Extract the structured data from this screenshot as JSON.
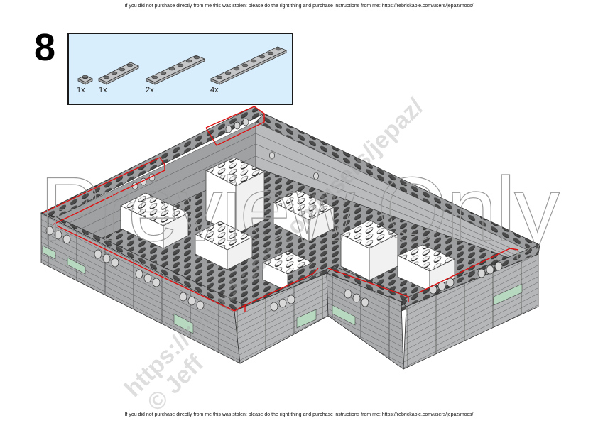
{
  "page": {
    "top_notice": "If you did not purchase directly from me this was stolen: please do the right thing and purchase instructions from me: https://rebrickable.com/users/jepaz/mocs/",
    "bottom_notice": "If you did not purchase directly from me this was stolen: please do the right thing and purchase instructions from me: https://rebrickable.com/users/jepaz/mocs/"
  },
  "step": {
    "number": "8"
  },
  "parts_list": {
    "background_color": "#d9eefc",
    "items": [
      {
        "part": "plate 1x1 light bluish gray",
        "studs": 1,
        "quantity": "1x"
      },
      {
        "part": "plate 1x4 light bluish gray",
        "studs": 4,
        "quantity": "1x"
      },
      {
        "part": "plate 1x6 light bluish gray",
        "studs": 6,
        "quantity": "2x"
      },
      {
        "part": "plate 1x8 light bluish gray",
        "studs": 8,
        "quantity": "4x"
      }
    ]
  },
  "model": {
    "description": "Isometric L-shaped brick wall foundation with gray brick walls, green accent bricks, white interior bricks and new plates outlined in red",
    "colors": {
      "wall_gray": "#a7a9ab",
      "stud_dark": "#3a3a3a",
      "accent_green": "#b7d9c0",
      "interior_white": "#ffffff",
      "highlight_red": "#e01010"
    }
  },
  "watermarks": {
    "preview": "Preview Only",
    "diagonal_url": "https://rebrickable.com/users/jepaz/",
    "diagonal_copyright": "© Jeff"
  }
}
